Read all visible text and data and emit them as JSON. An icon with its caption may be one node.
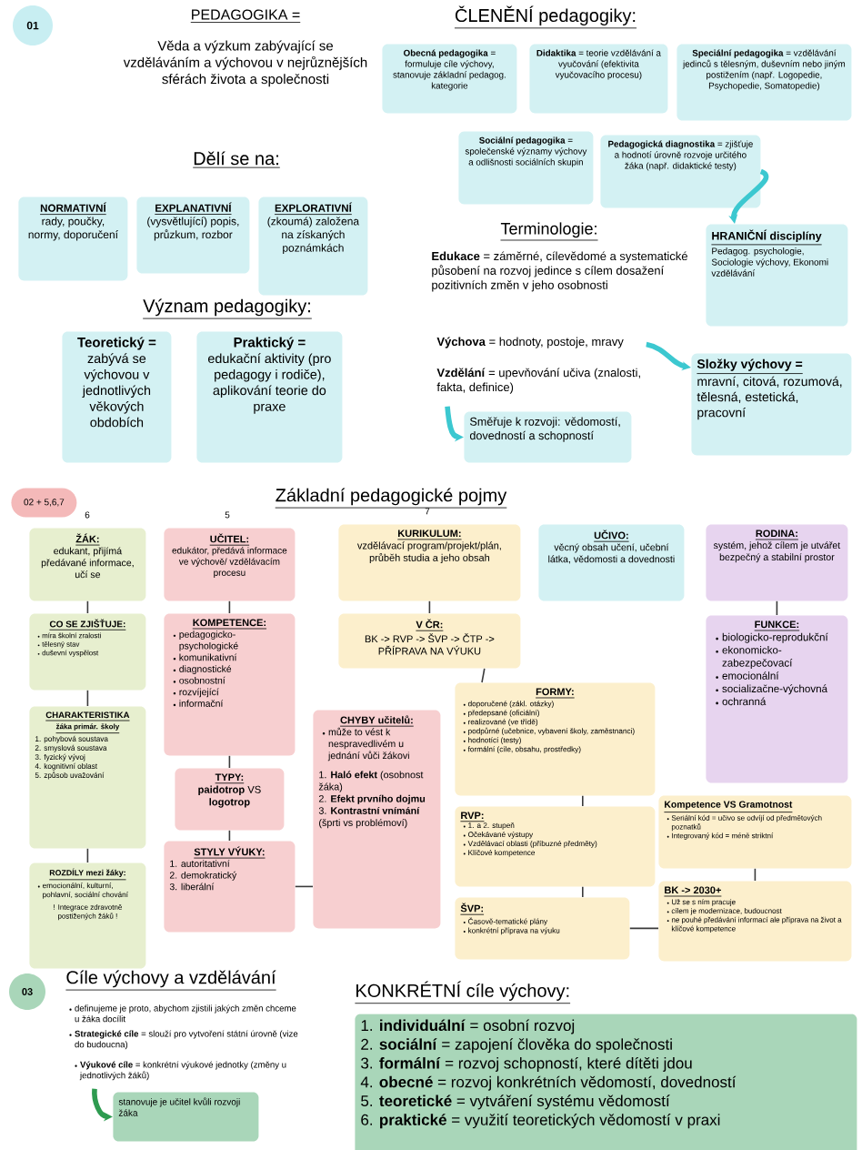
{
  "diagram": {
    "nodes": [
      {
        "text": [
          "01"
        ]
      },
      {
        "text": [
          "NORMATIVNÍ",
          "rady, poučky, normy, doporučení"
        ]
      },
      {
        "text": [
          "EXPLANATIVNÍ",
          "(vysvětlující) popis, průzkum, rozbor"
        ]
      },
      {
        "text": [
          "EXPLORATIVNÍ",
          "(zkoumá) založena na získaných poznámkách"
        ]
      },
      {
        "text": [
          "Teoretický =",
          "zabývá se výchovou v jednotlivých věkových obdobích"
        ]
      },
      {
        "text": [
          "Praktický =",
          "edukační aktivity (pro pedagogy i rodiče), aplikování teorie do praxe"
        ]
      },
      {
        "text": [
          "**Obecná pedagogika** = formuluje cíle výchovy, stanovuje základní pedagog. kategorie"
        ]
      },
      {
        "text": [
          "**Didaktika** = teorie vzdělávání a vyučování (efektivita vyučovacího procesu)"
        ]
      },
      {
        "text": [
          "**Speciální pedagogika** = vzdělávání jedinců s tělesným, duševním nebo jiným postižením (např. Logopedie, Psychopedie, Somatopedie)"
        ]
      },
      {
        "text": [
          "**Sociální pedagogika** = společenské významy výchovy a odlišnosti sociálních skupin"
        ]
      },
      {
        "text": [
          "**Pedagogická diagnostika** = zjišťuje a hodnotí úrovně rozvoje určitého žáka (např. didaktické testy)"
        ]
      },
      {
        "text": [
          "HRANIČNÍ disciplíny",
          "Pedagog. psychologie, Sociologie výchovy, Ekonomi vzdělávání"
        ]
      },
      {
        "text": [
          "**Výchova** = hodnoty, postoje, mravy"
        ]
      },
      {
        "text": [
          "Složky výchovy =",
          "mravní, citová, rozumová, tělesná, estetická, pracovní"
        ]
      },
      {
        "text": [
          "**Vzdělání** = upevňování učiva (znalosti, fakta, definice)"
        ]
      },
      {
        "text": [
          "Směřuje k rozvoji: vědomostí, dovedností a schopností"
        ]
      },
      {
        "text": [
          "02 + 5,6,7"
        ]
      },
      {
        "text": [
          "ŽÁK:",
          "edukant, přijímá předávané informace, učí se"
        ]
      },
      {
        "text": [
          "CO SE ZJIŠŤUJE:",
          "míra školní zralosti",
          "tělesný stav",
          "duševní vyspělost"
        ]
      },
      {
        "text": [
          "CHARAKTERISTIKA",
          "žáka primár. školy",
          "1. pohybová soustava",
          "2. smyslová soustava",
          "3. fyzický vývoj",
          "4. kognitivní oblast",
          "5. způsob uvažování"
        ]
      },
      {
        "text": [
          "ROZDÍLY mezi žáky:",
          "emocionální, kulturní, pohlavní, sociální chování",
          "! Integrace zdravotně postižených žáků !"
        ]
      },
      {
        "text": [
          "UČITEL:",
          "edukátor, předává informace ve výchově/ vzdělávacím procesu"
        ]
      },
      {
        "text": [
          "KOMPETENCE:",
          "pedagogicko-psychologické",
          "komunikativní",
          "diagnostické",
          "osobnostní",
          "rozvíjející",
          "informační"
        ]
      },
      {
        "text": [
          "TYPY:",
          "**paidotrop** VS **logotrop**"
        ]
      },
      {
        "text": [
          "STYLY VÝUKY:",
          "1. autoritativní",
          "2. demokratický",
          "3. liberální"
        ]
      },
      {
        "text": [
          "CHYBY učitelů:",
          "může to vést k nespravedlivém u jednání vůči žákovi",
          "1. **Haló efekt** (osobnost žáka)",
          "2. **Efekt prvního dojmu**",
          "3. **Kontrastní vnímání** (šprti vs problémoví)"
        ]
      },
      {
        "text": [
          "KURIKULUM:",
          "vzdělávací program/projekt/plán, průběh studia a jeho obsah"
        ]
      },
      {
        "text": [
          "V ČR:",
          "BK -> RVP -> ŠVP -> ČTP -> PŘÍPRAVA NA VÝUKU"
        ]
      },
      {
        "text": [
          "FORMY:",
          "doporučené (zákl. otázky)",
          "předepsané (oficiální)",
          "realizované (ve třídě)",
          "podpůrné (učebnice, vybavení školy, zaměstnanci)",
          "hodnotící (testy)",
          "formální (cíle, obsahu, prostředky)"
        ]
      },
      {
        "text": [
          "RVP:",
          "1. a 2. stupeň",
          "Očekávané výstupy",
          "Vzdělávací oblasti (příbuzné předměty)",
          "Klíčové kompetence"
        ]
      },
      {
        "text": [
          "ŠVP:",
          "Časově-tematické plány",
          "konkrétní příprava na výuku"
        ]
      },
      {
        "text": [
          "Kompetence VS Gramotnost",
          "Seriální kód = učivo se odvíjí od předmětových poznatků",
          "Integrovaný kód = méně striktní"
        ]
      },
      {
        "text": [
          "BK -> 2030+",
          "Už se s ním pracuje",
          "cílem je modernizace, budoucnost",
          "ne pouhé předávání informací ale příprava na život a klíčové kompetence"
        ]
      },
      {
        "text": [
          "UČIVO:",
          "věcný obsah učení, učební látka, vědomosti a dovednosti"
        ]
      },
      {
        "text": [
          "RODINA:",
          "systém, jehož cílem je utvářet bezpečný a stabilní prostor"
        ]
      },
      {
        "text": [
          "FUNKCE:",
          "biologicko-reprodukční",
          "ekonomicko-zabezpečovací",
          "emocionální",
          "socializačne-výchovná",
          "ochranná"
        ]
      },
      {
        "text": [
          "03"
        ]
      },
      {
        "text": [
          "**Výukové cíle** = konkrétní výukové jednotky (změny u jednotlivých žáků)"
        ]
      },
      {
        "text": [
          "stanovuje je učitel kvůli rozvoji žáka"
        ]
      },
      {
        "text": [
          "1. **individuální** = osobní rozvoj",
          "2. **sociální** = zapojení člověka do společnosti",
          "3. **formální** = rozvoj schopností, které dítěti jdou",
          "4. **obecné** = rozvoj konkrétních vědomostí, dovedností",
          "5. **teoretické** = vytváření systému vědomostí",
          "6. **praktické** = využití teoretických vědomostí v praxi"
        ]
      }
    ],
    "edges": [
      {
        "from": 10,
        "to": 11,
        "arrow": "to",
        "style": "thick",
        "color": "#3cc8d0"
      },
      {
        "from": 12,
        "to": 13,
        "arrow": "to",
        "style": "thick",
        "color": "#3cc8d0"
      },
      {
        "from": 14,
        "to": 15,
        "arrow": "to",
        "style": "thick",
        "color": "#3cc8d0"
      },
      {
        "from": 17,
        "to": 18,
        "arrow": "none"
      },
      {
        "from": 18,
        "to": 19,
        "arrow": "none"
      },
      {
        "from": 19,
        "to": 20,
        "arrow": "none"
      },
      {
        "from": 21,
        "to": 22,
        "arrow": "none"
      },
      {
        "from": 22,
        "to": 23,
        "arrow": "none"
      },
      {
        "from": 23,
        "to": 24,
        "arrow": "none"
      },
      {
        "from": 24,
        "to": 25,
        "arrow": "none"
      },
      {
        "from": 26,
        "to": 27,
        "arrow": "none"
      },
      {
        "from": 27,
        "to": 28,
        "arrow": "none"
      },
      {
        "from": 28,
        "to": 29,
        "arrow": "none"
      },
      {
        "from": 29,
        "to": 30,
        "arrow": "none"
      },
      {
        "from": 30,
        "to": 32,
        "arrow": "none"
      },
      {
        "from": 31,
        "to": 32,
        "arrow": "none"
      },
      {
        "from": 34,
        "to": 35,
        "arrow": "none"
      },
      {
        "from": 37,
        "to": 38,
        "arrow": "to",
        "style": "thick",
        "color": "#2e9b50"
      }
    ],
    "labels": [
      "PEDAGOGIKA =",
      "Věda a výzkum zabývající se vzděláváním a výchovou v nejrůznějších sférách života a společnosti",
      "Dělí se na:",
      "Význam pedagogiky:",
      "ČLENĚNÍ pedagogiky:",
      "Terminologie:",
      "**Edukace** = záměrné, cílevědomé a systematické působení na rozvoj jedince s cílem dosažení pozitivních změn v jeho osobnosti",
      "6",
      "5",
      "7",
      "Základní pedagogické pojmy",
      "Cíle výchovy a vzdělávání",
      "definujeme je proto, abychom zjistili jakých změn chceme u žáka docílit",
      "**Strategické cíle** = slouží pro vytvoření státní úrovně (vize do budoucna)",
      "KONKRÉTNÍ cíle výchovy:"
    ]
  }
}
